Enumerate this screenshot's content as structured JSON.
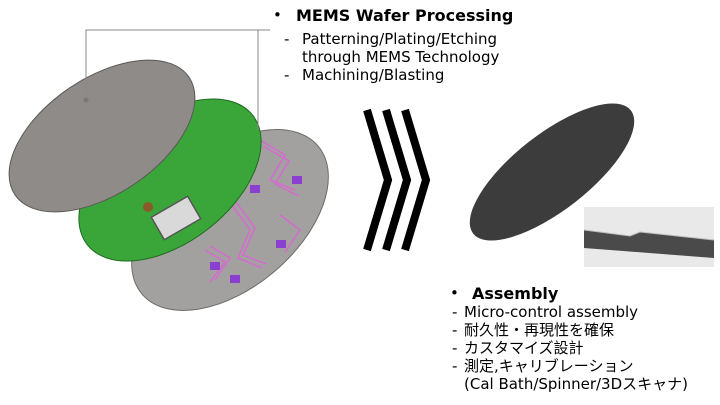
{
  "top": {
    "bullet": "•",
    "title": "MEMS Wafer Processing",
    "items": [
      {
        "dash": "-",
        "text": "Patterning/Plating/Etching"
      },
      {
        "dash": "",
        "text": "through MEMS Technology"
      },
      {
        "dash": "-",
        "text": "Machining/Blasting"
      }
    ]
  },
  "bottom": {
    "bullet": "•",
    "title": "Assembly",
    "items": [
      {
        "dash": "-",
        "text": "Micro-control assembly"
      },
      {
        "dash": "-",
        "text": "耐久性・再現性を確保"
      },
      {
        "dash": "-",
        "text": "カスタマイズ設計"
      },
      {
        "dash": "-",
        "text": "測定,キャリブレーション"
      },
      {
        "dash": "",
        "text": "(Cal Bath/Spinner/3Dスキャナ)"
      }
    ]
  },
  "colors": {
    "grey_wafer": "#8f8b88",
    "green_board": "#3aa63a",
    "bottom_plate": "#a3a1a0",
    "trace": "#d66ad0",
    "pad": "#8a3fd0",
    "finished_sensor": "#3c3c3c",
    "chevron": "#000000"
  },
  "icons": [
    "exploded-assembly-illustration",
    "process-arrow-chevrons",
    "finished-sensor-image",
    "edge-closeup-inset"
  ]
}
